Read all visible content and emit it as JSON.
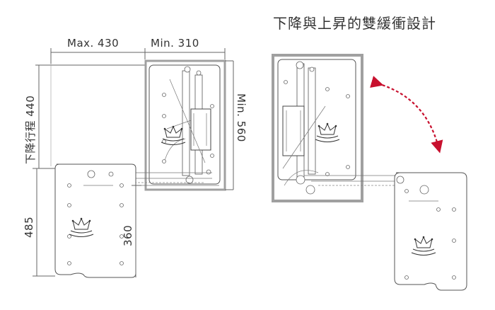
{
  "labels": {
    "max_width": "Max. 430",
    "min_width": "Min. 310",
    "travel": "下降行程 440",
    "min_height": "Min. 560",
    "lower_height": "485",
    "inner_height": "360",
    "title": "下降與上昇的雙緩衝設計"
  },
  "colors": {
    "line": "#666666",
    "text": "#333333",
    "arrow": "#c8102e",
    "cabinet": "#a0a0a0"
  }
}
